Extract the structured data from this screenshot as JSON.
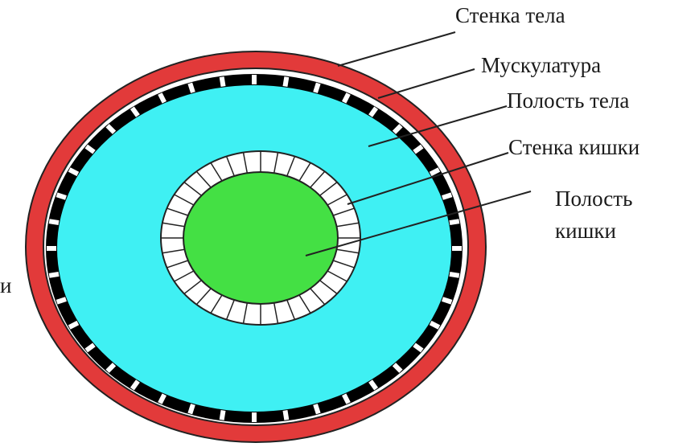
{
  "labels": {
    "body_wall": "Стенка тела",
    "muscles": "Мускулатура",
    "body_cavity": "Полость тела",
    "gut_wall": "Стенка кишки",
    "gut_cavity_line1": "Полость",
    "gut_cavity_line2": "кишки",
    "edge_fragment": "и"
  },
  "colors": {
    "body_wall": "#e23a3a",
    "muscles": "#000000",
    "body_cavity": "#3ff0f3",
    "gut_wall": "#ffffff",
    "gut_cavity": "#44e044",
    "outline": "#111111"
  },
  "icons": {
    "diagram": "cross-section-roundworm"
  }
}
